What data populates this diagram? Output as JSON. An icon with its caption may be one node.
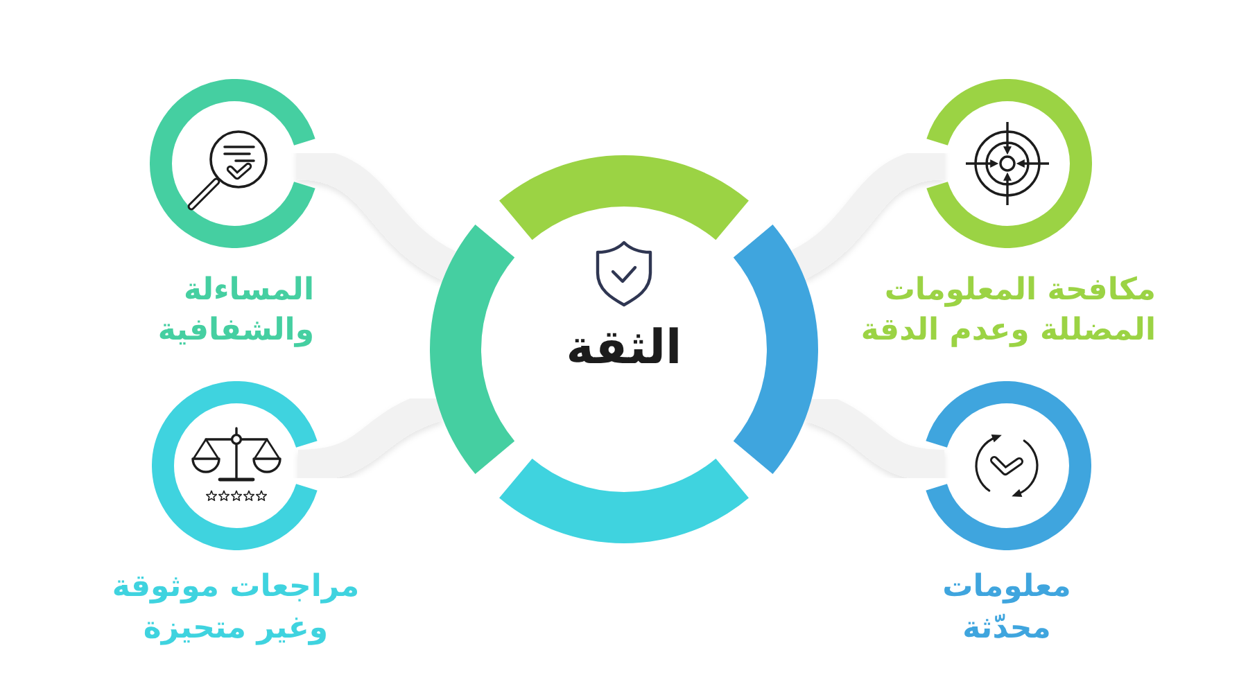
{
  "diagram": {
    "nodes": [
      {
        "text": [
          "الثقة"
        ]
      },
      {
        "text": [
          "مكافحة المعلومات المضللة وعدم الدقة"
        ]
      },
      {
        "text": [
          "المساءلة والشفافية"
        ]
      },
      {
        "text": [
          "معلومات محدّثة"
        ]
      },
      {
        "text": [
          "مراجعات موثوقة وغير متحيزة"
        ]
      }
    ],
    "edges": [
      {
        "from": 0,
        "to": 1,
        "arrow": "none"
      },
      {
        "from": 0,
        "to": 2,
        "arrow": "none"
      },
      {
        "from": 0,
        "to": 3,
        "arrow": "none"
      },
      {
        "from": 0,
        "to": 4,
        "arrow": "none"
      }
    ]
  }
}
